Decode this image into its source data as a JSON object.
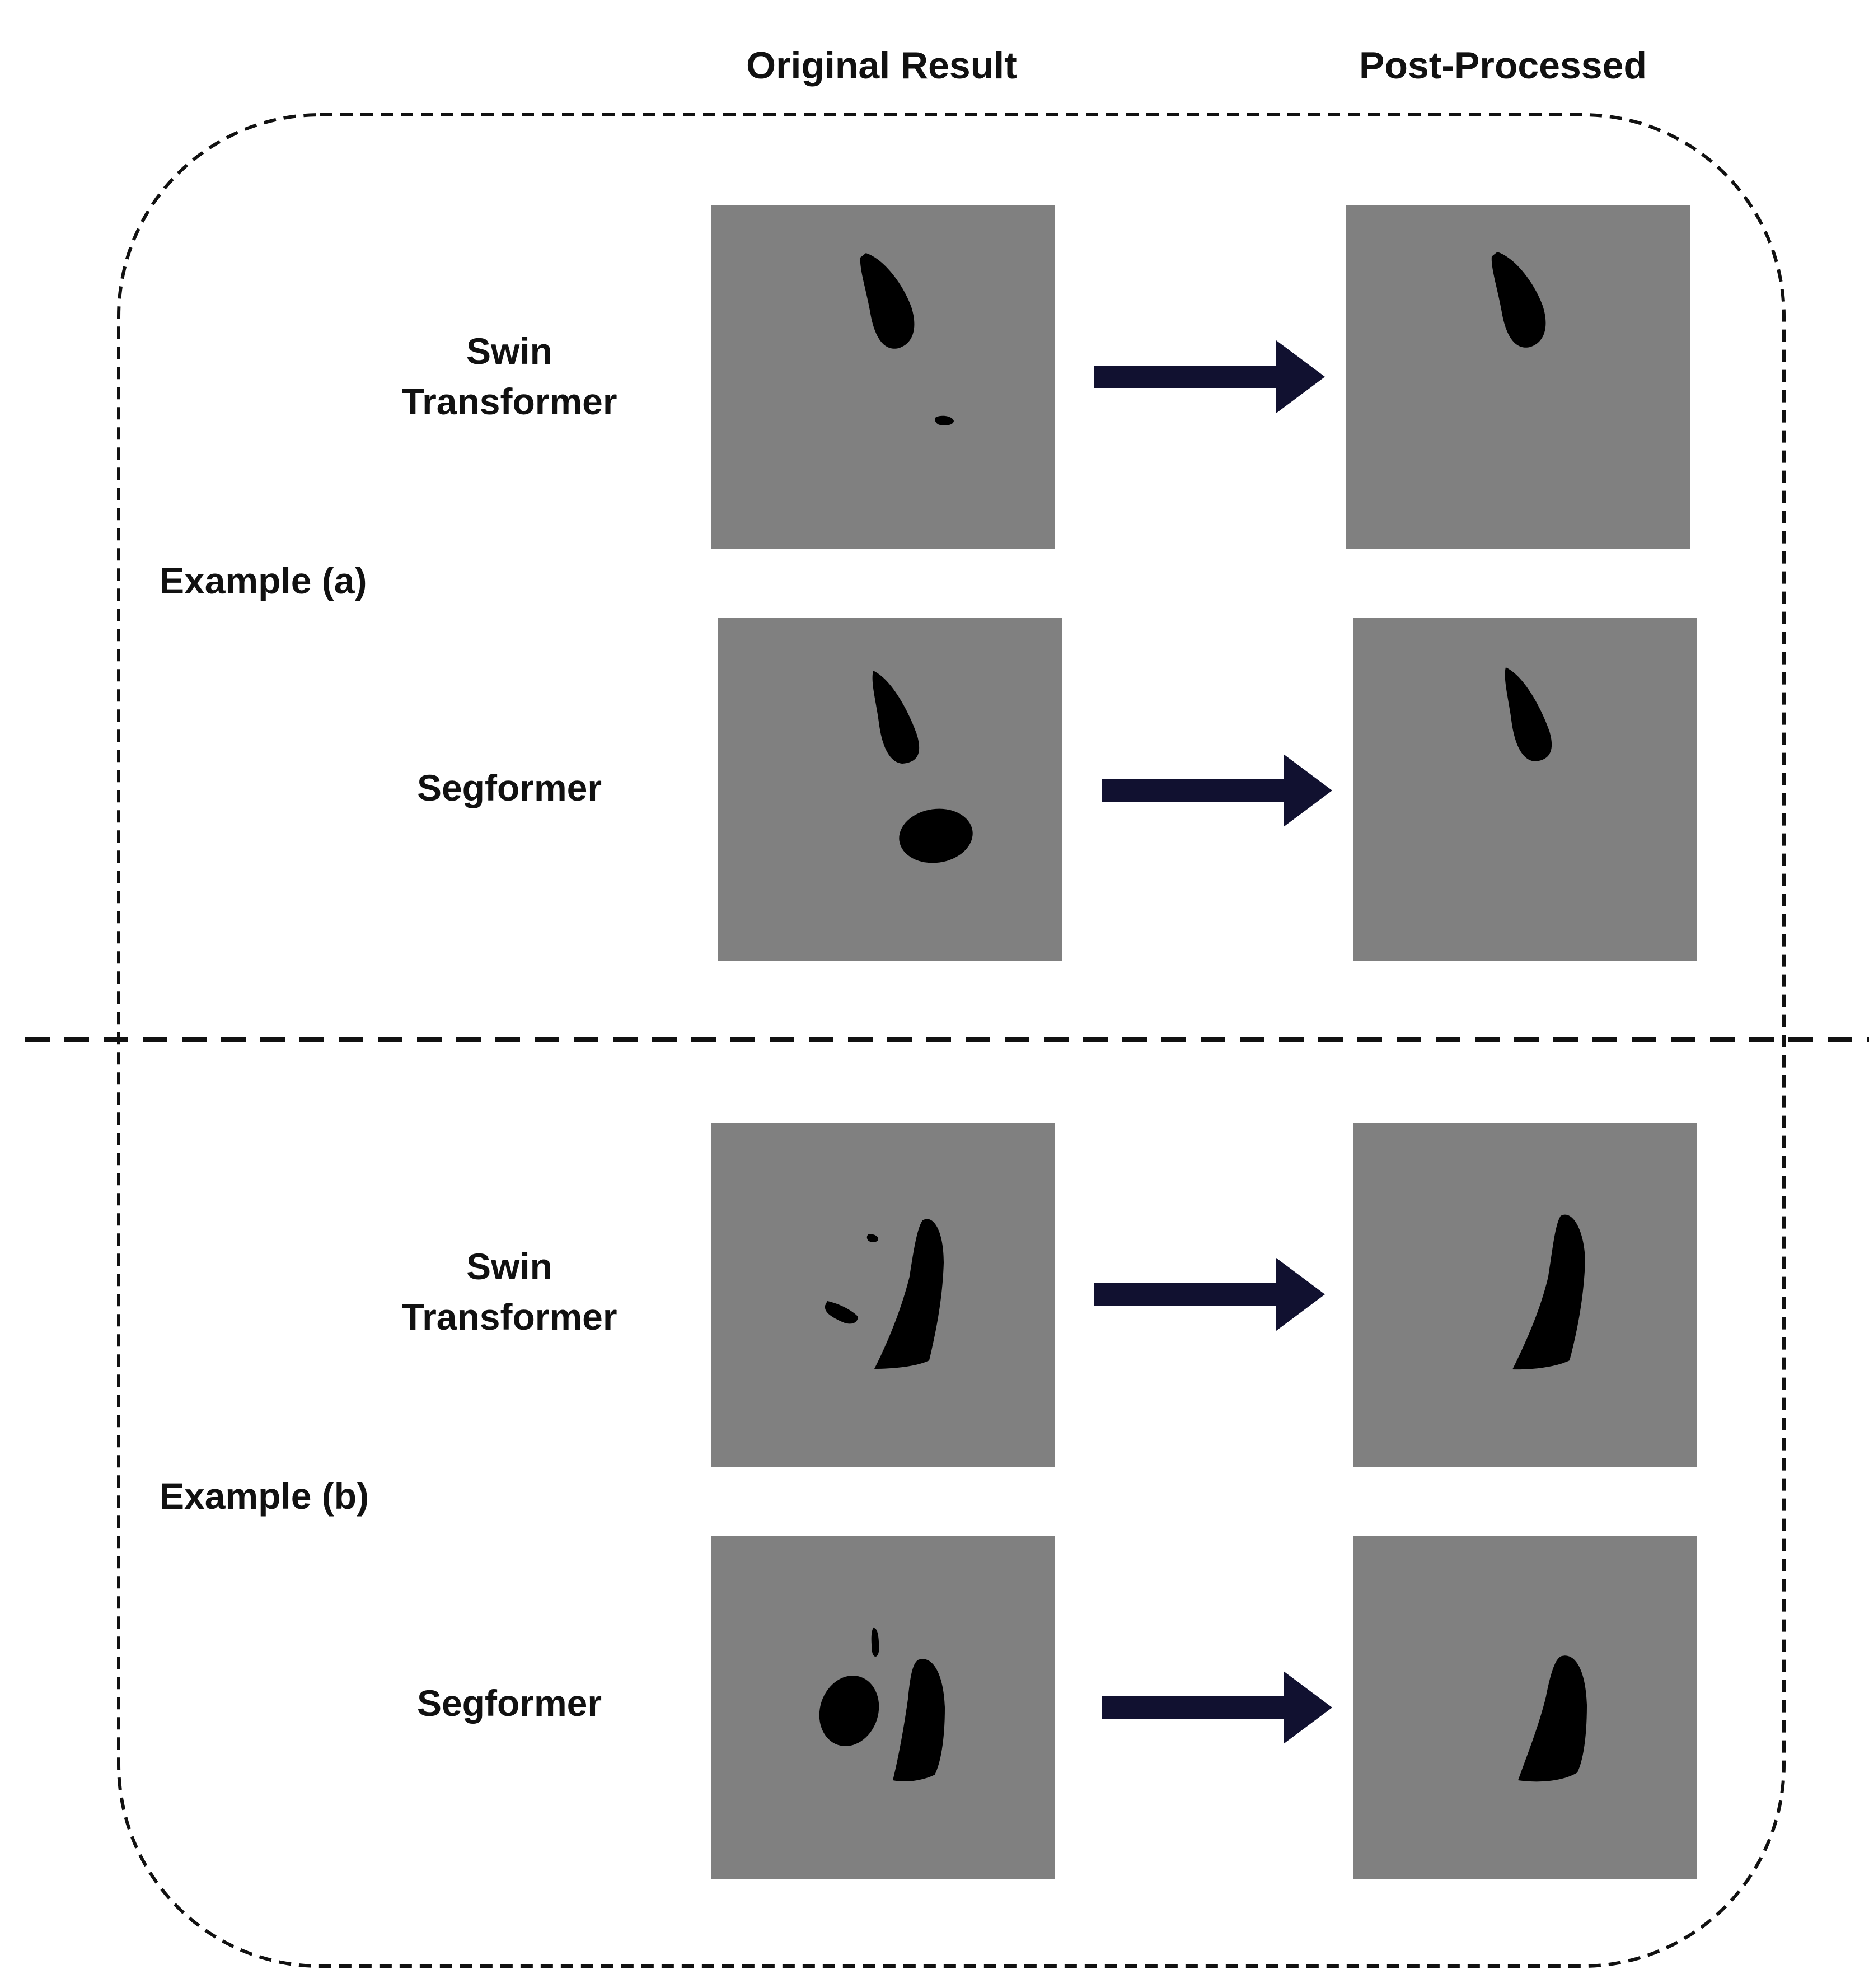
{
  "columns": {
    "original": "Original Result",
    "post_processed": "Post-Processed"
  },
  "examples": [
    {
      "label": "Example (a)",
      "rows": [
        {
          "model_line1": "Swin",
          "model_line2": "Transformer"
        },
        {
          "model_line1": "Segformer",
          "model_line2": ""
        }
      ]
    },
    {
      "label": "Example (b)",
      "rows": [
        {
          "model_line1": "Swin",
          "model_line2": "Transformer"
        },
        {
          "model_line1": "Segformer",
          "model_line2": ""
        }
      ]
    }
  ],
  "colors": {
    "panel_background": "#808080",
    "mask": "#000000",
    "arrow": "#111130",
    "dash": "#111111"
  }
}
